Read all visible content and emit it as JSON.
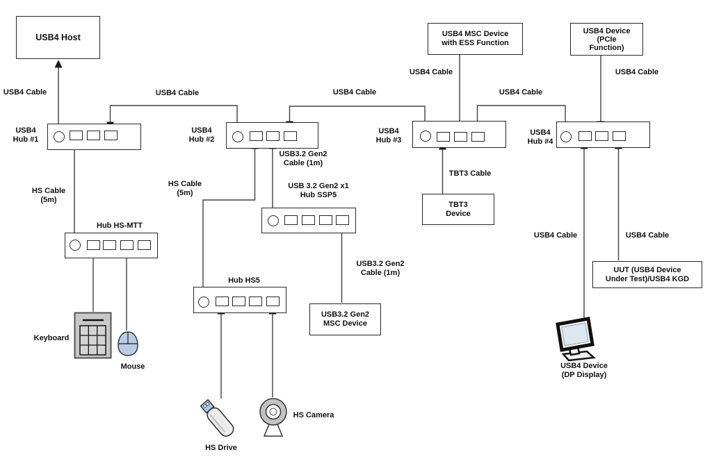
{
  "nodes": {
    "usb4_host": {
      "label": "USB4 Host"
    },
    "usb4_hub1": {
      "line1": "USB4",
      "line2": "Hub #1"
    },
    "usb4_hub2": {
      "line1": "USB4",
      "line2": "Hub #2"
    },
    "usb4_hub3": {
      "line1": "USB4",
      "line2": "Hub #3"
    },
    "usb4_hub4": {
      "line1": "USB4",
      "line2": "Hub #4"
    },
    "hub_hs_mtt": {
      "label": "Hub HS-MTT"
    },
    "hub_hs5": {
      "label": "Hub HS5"
    },
    "hub_ssp5": {
      "line1": "USB 3.2 Gen2 x1",
      "line2": "Hub SSP5"
    },
    "usb4_msc_ess_device": {
      "line1": "USB4 MSC Device",
      "line2": "with ESS Function"
    },
    "usb4_pcie_device": {
      "line1": "USB4 Device",
      "line2": "(PCIe",
      "line3": "Function)"
    },
    "tbt3_device": {
      "line1": "TBT3",
      "line2": "Device"
    },
    "usb32_msc_device": {
      "line1": "USB3.2 Gen2",
      "line2": "MSC Device"
    },
    "uut": {
      "line1": "UUT (USB4 Device",
      "line2": "Under Test)/USB4 KGD"
    },
    "keyboard": {
      "label": "Keyboard"
    },
    "mouse": {
      "label": "Mouse"
    },
    "hs_drive": {
      "label": "HS Drive"
    },
    "hs_camera": {
      "label": "HS Camera"
    },
    "usb4_dp_display": {
      "line1": "USB4 Device",
      "line2": "(DP Display)"
    }
  },
  "cable_labels": {
    "usb4_cable": "USB4 Cable",
    "hs_cable_5m": {
      "line1": "HS Cable",
      "line2": "(5m)"
    },
    "usb32_gen2_cable_1m": {
      "line1": "USB3.2 Gen2",
      "line2": "Cable (1m)"
    },
    "tbt3_cable": "TBT3 Cable"
  },
  "colors": {
    "background": "#ffffff",
    "wire": "#404040",
    "box_border": "#262626",
    "text": "#111111",
    "keyboard_fill": "#c8c8c8",
    "mouse_fill": "#b9cde5",
    "camera_fill": "#c2c2c2",
    "drive_connector_fill": "#a8c6e8",
    "monitor_screen_fill": "#dde7f0"
  }
}
